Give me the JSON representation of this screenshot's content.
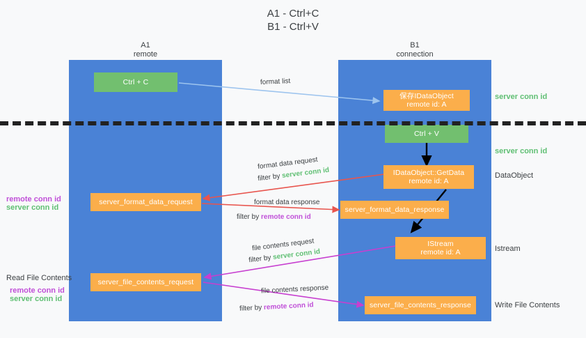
{
  "diagram": {
    "title_line1": "A1 - Ctrl+C",
    "title_line2": "B1 - Ctrl+V",
    "colors": {
      "lane": "#4a82d6",
      "green_node": "#72bf6f",
      "orange_node": "#fbae4b",
      "green_text": "#5fbf73",
      "magenta_text": "#c050d8",
      "blue_arrow": "#9dc4ee",
      "red_arrow": "#e8554e",
      "magenta_arrow": "#c73fd0",
      "black_arrow": "#000000",
      "dashed_divider": "#222222",
      "background": "#f8f9fa"
    },
    "lanes": [
      {
        "id": "a1",
        "name": "A1",
        "sub": "remote"
      },
      {
        "id": "b1",
        "name": "B1",
        "sub": "connection"
      }
    ],
    "nodes": {
      "ctrl_c": {
        "label": "Ctrl + C"
      },
      "save_idataobject": {
        "line1": "保存IDataObject",
        "line2": "remote id: A"
      },
      "ctrl_v": {
        "label": "Ctrl + V"
      },
      "getdata": {
        "line1": "IDataObject::GetData",
        "line2": "remote id: A"
      },
      "format_data_request": {
        "label": "server_format_data_request"
      },
      "format_data_response": {
        "label": "server_format_data_response"
      },
      "istream": {
        "line1": "IStream",
        "line2": "remote id: A"
      },
      "file_contents_request": {
        "label": "server_file_contents_request"
      },
      "file_contents_response": {
        "label": "server_file_contents_response"
      }
    },
    "right_labels": [
      {
        "id": "server-conn-id-1",
        "text": "server conn id",
        "style": "green"
      },
      {
        "id": "server-conn-id-2",
        "text": "server conn id",
        "style": "green"
      },
      {
        "id": "dataobject",
        "text": "DataObject",
        "style": "plain"
      },
      {
        "id": "istream",
        "text": "Istream",
        "style": "plain"
      },
      {
        "id": "write-file-contents",
        "text": "Write File Contents",
        "style": "plain"
      }
    ],
    "left_labels": {
      "group1": {
        "line1": "remote conn id",
        "line2": "server conn id"
      },
      "group2": {
        "title": "Read File Contents",
        "line1": "remote conn id",
        "line2": "server conn id"
      }
    },
    "edges": [
      {
        "id": "format-list",
        "text": "format list"
      },
      {
        "id": "format-data-request",
        "text": "format data request"
      },
      {
        "id": "format-data-request-filter",
        "prefix": "filter by ",
        "value": "server conn id",
        "style": "green"
      },
      {
        "id": "format-data-response",
        "text": "format data response"
      },
      {
        "id": "format-data-response-filter",
        "prefix": "filter by ",
        "value": "remote conn id",
        "style": "magenta"
      },
      {
        "id": "file-contents-request",
        "text": "file contents request"
      },
      {
        "id": "file-contents-request-filter",
        "prefix": "filter by ",
        "value": "server conn id",
        "style": "green"
      },
      {
        "id": "file-contents-response",
        "text": "file contents response"
      },
      {
        "id": "file-contents-response-filter",
        "prefix": "filter by ",
        "value": "remote conn id",
        "style": "magenta"
      }
    ]
  }
}
